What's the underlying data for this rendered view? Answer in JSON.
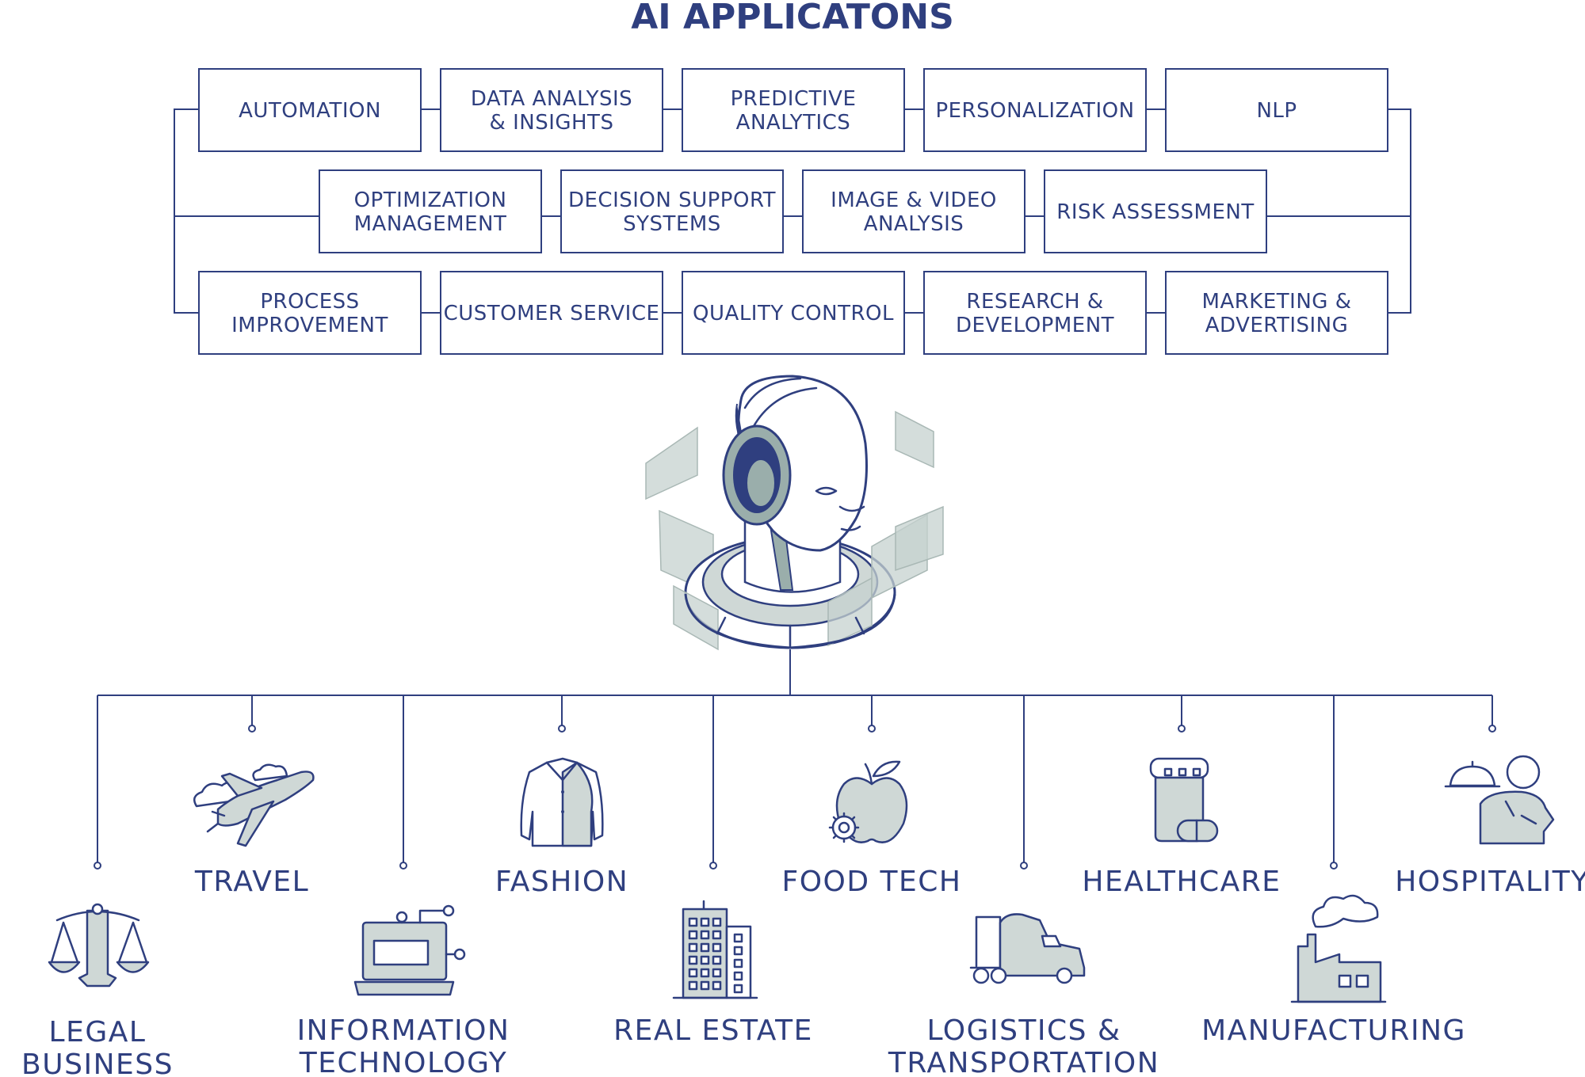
{
  "title": "AI APPLICATONS",
  "applications": [
    [
      "AUTOMATION"
    ],
    [
      "DATA ANALYSIS",
      "& INSIGHTS"
    ],
    [
      "PREDICTIVE",
      "ANALYTICS"
    ],
    [
      "PERSONALIZATION"
    ],
    [
      "NLP"
    ],
    [
      "OPTIMIZATION",
      "MANAGEMENT"
    ],
    [
      "DECISION SUPPORT",
      "SYSTEMS"
    ],
    [
      "IMAGE & VIDEO",
      "ANALYSIS"
    ],
    [
      "RISK ASSESSMENT"
    ],
    [
      "PROCESS",
      "IMPROVEMENT"
    ],
    [
      "CUSTOMER SERVICE"
    ],
    [
      "QUALITY CONTROL"
    ],
    [
      "RESEARCH &",
      "DEVELOPMENT"
    ],
    [
      "MARKETING &",
      "ADVERTISING"
    ]
  ],
  "industries": [
    {
      "label": [
        "LEGAL",
        "BUSINESS"
      ],
      "icon": "scales-icon"
    },
    {
      "label": [
        "TRAVEL"
      ],
      "icon": "airplane-icon"
    },
    {
      "label": [
        "INFORMATION",
        "TECHNOLOGY"
      ],
      "icon": "computer-icon"
    },
    {
      "label": [
        "FASHION"
      ],
      "icon": "shirt-icon"
    },
    {
      "label": [
        "REAL ESTATE"
      ],
      "icon": "building-icon"
    },
    {
      "label": [
        "FOOD TECH"
      ],
      "icon": "apple-gear-icon"
    },
    {
      "label": [
        "LOGISTICS &",
        "TRANSPORTATION"
      ],
      "icon": "truck-icon"
    },
    {
      "label": [
        "HEALTHCARE"
      ],
      "icon": "pill-bottle-icon"
    },
    {
      "label": [
        "MANUFACTURING"
      ],
      "icon": "factory-icon"
    },
    {
      "label": [
        "HOSPITALITY"
      ],
      "icon": "waiter-icon"
    }
  ],
  "colors": {
    "primary": "#2f3f7f",
    "accent_fill": "#cfd8d6"
  }
}
